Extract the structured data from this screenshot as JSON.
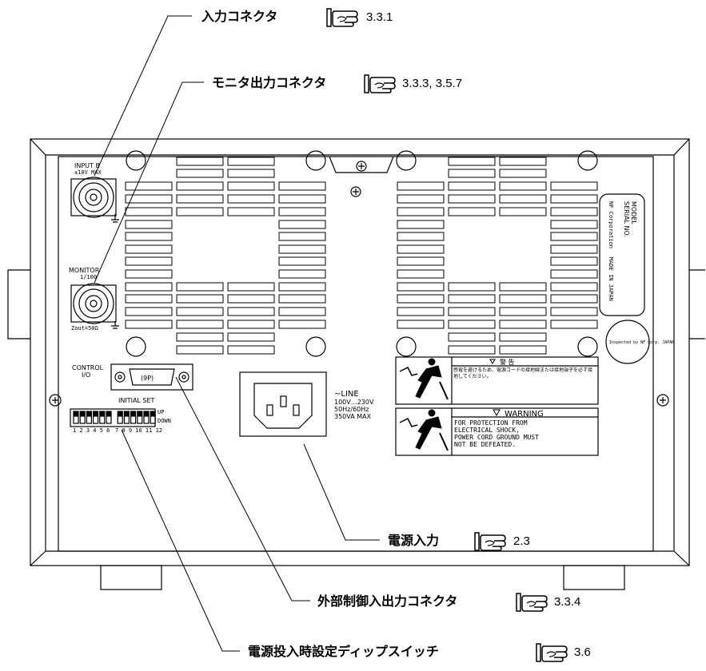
{
  "callouts": [
    {
      "label": "入力コネクタ",
      "ref": "3.3.1"
    },
    {
      "label": "モニタ出力コネクタ",
      "ref": "3.3.3, 3.5.7"
    },
    {
      "label": "電源入力",
      "ref": "2.3"
    },
    {
      "label": "外部制御入出力コネクタ",
      "ref": "3.3.4"
    },
    {
      "label": "電源投入時設定ディップスイッチ",
      "ref": "3.6"
    }
  ],
  "panel": {
    "input_label": "INPUT B",
    "input_sub": "±10V MAX",
    "monitor_label": "MONITOR",
    "monitor_sub": "1/100",
    "zout": "Zout=50Ω",
    "control_label": "CONTROL",
    "control_sub": "I/O",
    "connector_9p": "(9P)",
    "initial_set": "INITIAL SET",
    "dip_up": "UP",
    "dip_down": "DOWN",
    "dip_numbers_a": "1 2 3 4 5 6",
    "dip_numbers_b": "7 8 9 10 11 12",
    "line_title": "~LINE",
    "line_voltage": "100V…230V",
    "line_freq": "50Hz/60Hz",
    "line_power": "350VA MAX",
    "model": "MODEL",
    "serial": "SERIAL NO.",
    "maker": "NF Corporation",
    "made_in": "MADE IN JAPAN",
    "seal_text": "Inspected by NF Corp. JAPAN",
    "warning_jp_title": "警 告",
    "warning_jp_text": "感電を避けるため、電源コードの接地線または接地端子を必ず接地してください。",
    "warning_title": "WARNING",
    "warning_lines": [
      "FOR PROTECTION FROM",
      "ELECTRICAL SHOCK,",
      "POWER CORD GROUND MUST",
      "NOT BE DEFEATED."
    ]
  }
}
